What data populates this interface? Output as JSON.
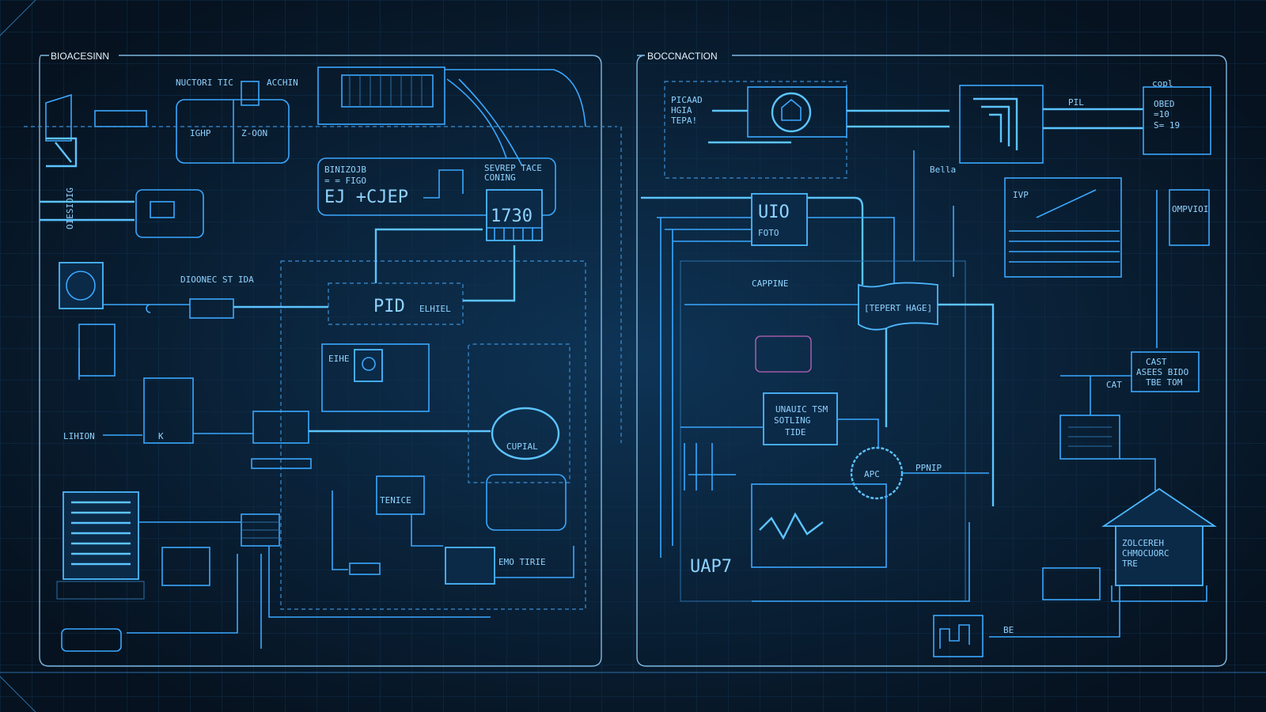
{
  "colors": {
    "background": "#06121f",
    "line": "#3aa8ff",
    "highlight": "#5cc4ff",
    "accent_pink": "#a05aa8"
  },
  "left_panel": {
    "title": "BIOACESINN",
    "labels": {
      "nuctoric": "NUCTORI TIC",
      "acchin": "ACCHIN",
      "ighp": "IGHP",
      "zoon": "Z-OON",
      "binizojb": "BINIZOJB",
      "sub": "= = FIGO",
      "ejcjep": "EJ +CJEP",
      "sevrep": "SEVREP TACE",
      "coning": "CONING",
      "readout": "1730",
      "dioonec": "DIOONEC ST IDA",
      "pid": "PID",
      "elhiel": "ELHIEL",
      "eihe": "EIHE",
      "lihion": "LIHION",
      "k": "K",
      "cupial": "CUPIAL",
      "tenice": "TENICE",
      "emo": "EMO TIRIE",
      "side": "OIESIOIG"
    }
  },
  "right_panel": {
    "title": "BOCCNACTION",
    "labels": {
      "picaad": "PICAAD",
      "hgia": "HGIA",
      "tepa": "TEPA!",
      "pil": "PIL",
      "obed": "OBED",
      "obed2": "=10",
      "obed3": "S= 19",
      "copl": "copl",
      "ivp": "IVP",
      "ompvioi": "OMPVIOI",
      "uio": "UIO",
      "foto": "FOTO",
      "cappine": "CAPPINE",
      "teperthage": "[TEPERT HAGE]",
      "cast": "CAST",
      "cast2": "ASEES BIDO",
      "cast3": "TBE TOM",
      "cat": "CAT",
      "unauic": "UNAUIC TSM",
      "sotling": "SOTLING",
      "tide": "TIDE",
      "apc": "APC",
      "ppnip": "PPNIP",
      "uap7": "UAP7",
      "zolcereh": "ZOLCEREH",
      "chmocuorc": "CHMOCUORC",
      "tre": "TRE",
      "be": "BE",
      "bella": "Bella"
    }
  }
}
